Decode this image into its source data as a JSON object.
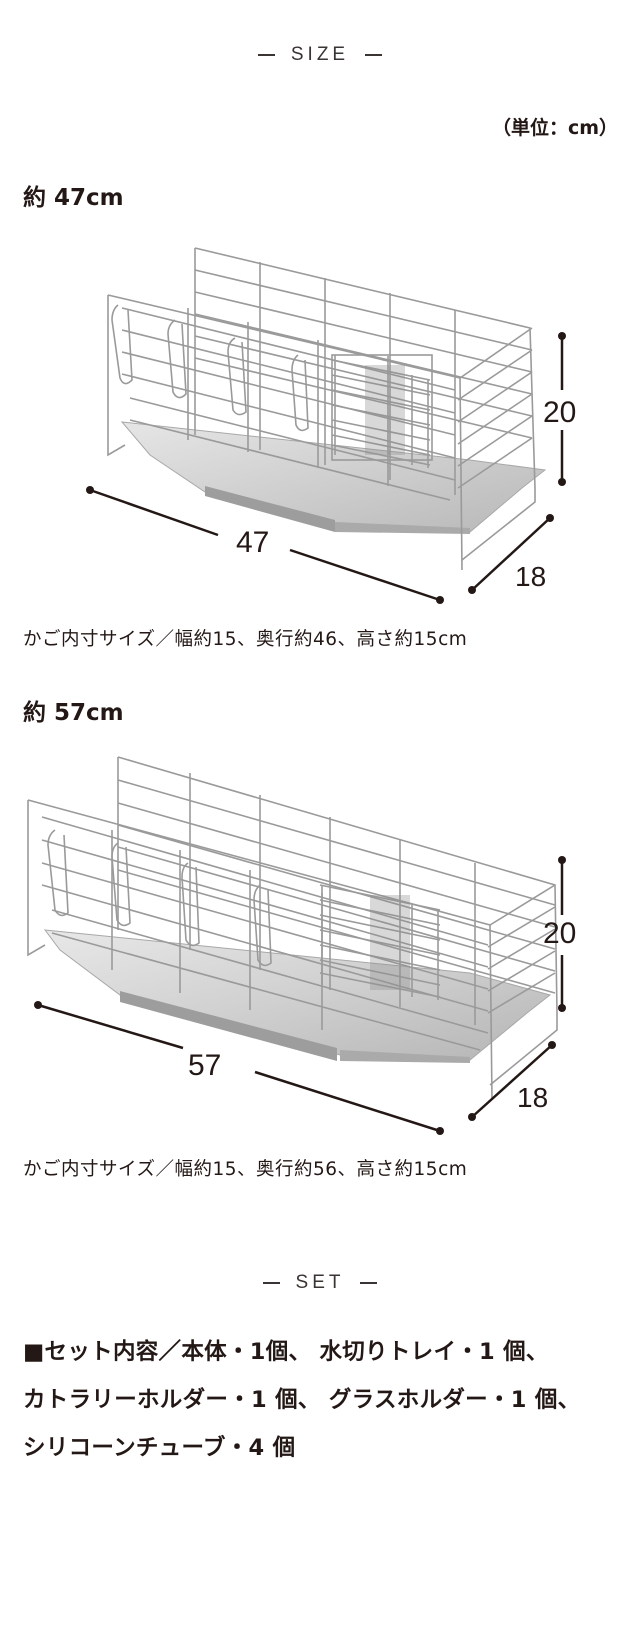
{
  "size_section": {
    "title": "SIZE",
    "unit_label": "（単位：cm）",
    "products": [
      {
        "label": "約 47cm",
        "dimensions": {
          "width": "47",
          "height": "20",
          "depth": "18"
        },
        "inner_size": "かご内寸サイズ／幅約15、奥行約46、高さ約15cm"
      },
      {
        "label": "約 57cm",
        "dimensions": {
          "width": "57",
          "height": "20",
          "depth": "18"
        },
        "inner_size": "かご内寸サイズ／幅約15、奥行約56、高さ約15cm"
      }
    ]
  },
  "set_section": {
    "title": "SET",
    "lines": [
      "■セット内容／本体・1個、 水切りトレイ・1 個、",
      "カトラリーホルダー・1 個、 グラスホルダー・1 個、",
      "シリコーンチューブ・4 個"
    ]
  },
  "colors": {
    "text": "#231815",
    "wire": "#9a9a9a",
    "tray": "#c9c9c9",
    "background": "#ffffff"
  }
}
